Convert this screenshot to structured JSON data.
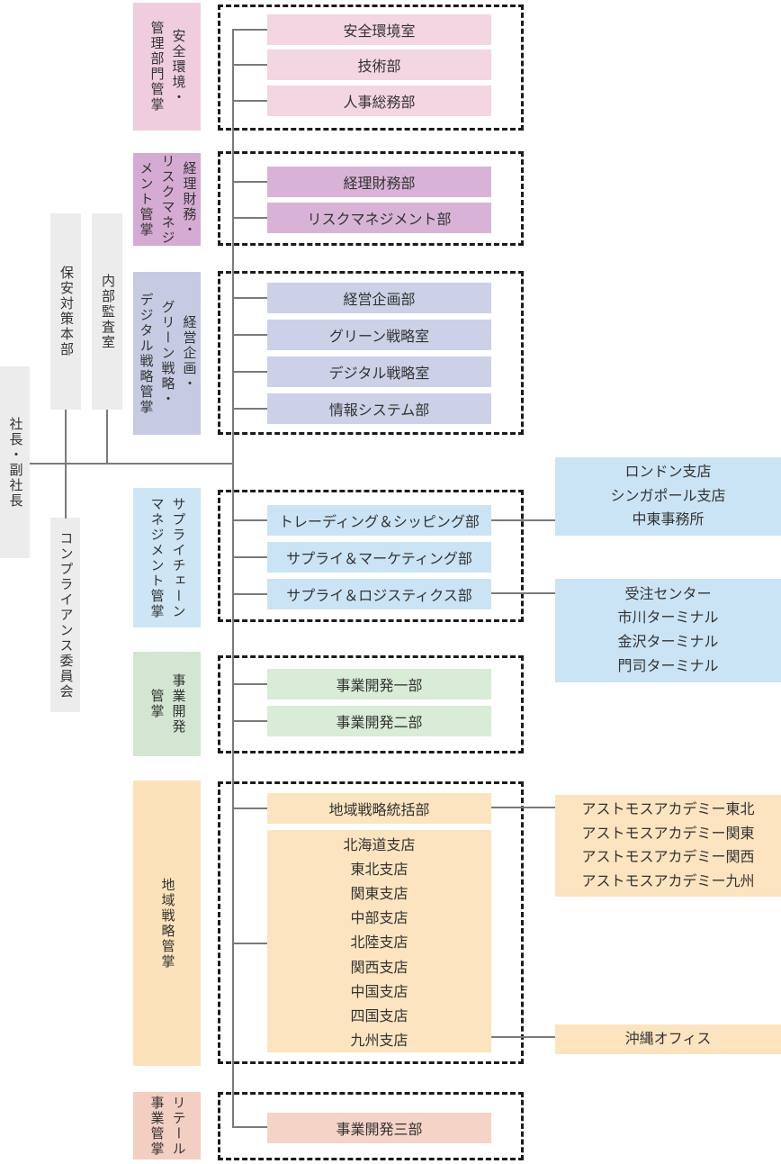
{
  "executive": {
    "label": "社長・副社長"
  },
  "committees": [
    {
      "label": "保安対策本部"
    },
    {
      "label": "内部監査室"
    },
    {
      "label": "コンプライアンス委員会"
    }
  ],
  "groups": [
    {
      "name": "safety-environment",
      "header": "安全環境・\n管理部門管掌",
      "departments": [
        "安全環境室",
        "技術部",
        "人事総務部"
      ]
    },
    {
      "name": "finance-risk",
      "header": "経理財務・\nリスクマネジ\nメント管掌",
      "departments": [
        "経理財務部",
        "リスクマネジメント部"
      ]
    },
    {
      "name": "planning-green-digital",
      "header": "経営企画・\nグリーン戦略・\nデジタル戦略管掌",
      "departments": [
        "経営企画部",
        "グリーン戦略室",
        "デジタル戦略室",
        "情報システム部"
      ]
    },
    {
      "name": "supply-chain",
      "header": "サプライチェーン\nマネジメント管掌",
      "departments": [
        "トレーディング＆シッピング部",
        "サプライ＆マーケティング部",
        "サプライ＆ロジスティクス部"
      ],
      "satellites": [
        {
          "lines": [
            "ロンドン支店",
            "シンガポール支店",
            "中東事務所"
          ]
        },
        {
          "lines": [
            "受注センター",
            "市川ターミナル",
            "金沢ターミナル",
            "門司ターミナル"
          ]
        }
      ]
    },
    {
      "name": "business-development",
      "header": "事業開発\n管掌",
      "departments": [
        "事業開発一部",
        "事業開発二部"
      ]
    },
    {
      "name": "regional-strategy",
      "header": "地域戦略管掌",
      "departments": [
        "地域戦略統括部"
      ],
      "branches": [
        "北海道支店",
        "東北支店",
        "関東支店",
        "中部支店",
        "北陸支店",
        "関西支店",
        "中国支店",
        "四国支店",
        "九州支店"
      ],
      "satellites": [
        {
          "lines": [
            "アストモスアカデミー東北",
            "アストモスアカデミー関東",
            "アストモスアカデミー関西",
            "アストモスアカデミー九州"
          ]
        },
        {
          "lines": [
            "沖縄オフィス"
          ]
        }
      ]
    },
    {
      "name": "retail-business",
      "header": "リテール\n事業管掌",
      "departments": [
        "事業開発三部"
      ]
    }
  ],
  "palette": {
    "safety_header": "#f0cdde",
    "safety_dept": "#f4d5e2",
    "finance_header": "#d5abd3",
    "finance_dept": "#d9b3d7",
    "planning_header": "#c6cbe3",
    "planning_dept": "#ccd1e8",
    "supply_header": "#cde5f5",
    "supply_dept": "#cbe4f5",
    "bizdev_header": "#d3e6d2",
    "bizdev_dept": "#d9ecd7",
    "regional_header": "#fbe2ba",
    "regional_dept": "#fce4c0",
    "retail_header": "#f3cec2",
    "retail_dept": "#f6d3c7",
    "staff_box": "#ececec",
    "line": "#7a7a7a",
    "outline_dash": "#1b1b1b"
  }
}
